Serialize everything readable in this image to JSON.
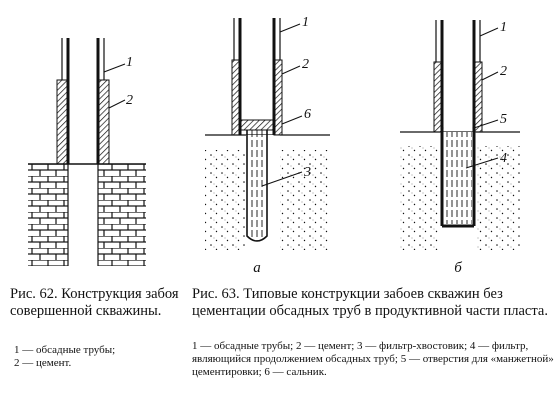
{
  "fig62": {
    "caption": "Рис. 62. Конструкция забоя совершенной скважины.",
    "legend": "1 — обсадные трубы;\n2 — цемент.",
    "labels": [
      "1",
      "2"
    ]
  },
  "fig63": {
    "caption": "Рис. 63. Типовые конструкции забоев скважин без цементации обсадных труб в продуктивной части пласта.",
    "legend": "1 — обсадные трубы; 2 — цемент; 3 — фильтр-хвостовик; 4 — фильтр, являющийся продолжением обсадных труб; 5 — отверстия для «манжетной» цементировки; 6 — сальник.",
    "a": {
      "subfig": "а",
      "labels": [
        "1",
        "2",
        "6",
        "3"
      ]
    },
    "b": {
      "subfig": "б",
      "labels": [
        "1",
        "2",
        "5",
        "4"
      ]
    }
  },
  "colors": {
    "ink": "#111111",
    "paper": "#ffffff"
  }
}
